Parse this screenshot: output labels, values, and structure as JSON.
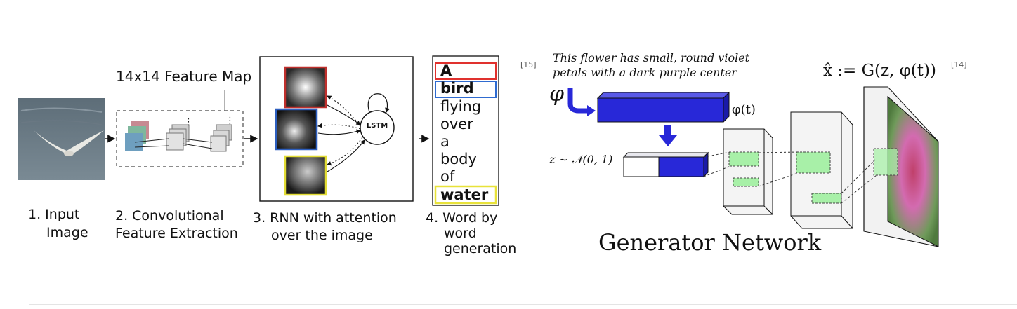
{
  "left_figure": {
    "feature_map_label": "14x14 Feature Map",
    "lstm_label": "LSTM",
    "steps": [
      {
        "line1": "1. Input",
        "line2": "Image"
      },
      {
        "line1": "2. Convolutional",
        "line2": "Feature Extraction"
      },
      {
        "line1": "3. RNN with attention",
        "line2": "over the image"
      },
      {
        "line1": "4. Word by",
        "line2": "word",
        "line3": "generation"
      }
    ],
    "words": [
      "A",
      "bird",
      "flying",
      "over",
      "a",
      "body",
      "of",
      "water"
    ],
    "highlight_colors": {
      "A": "#e0312e",
      "bird": "#2f6bd0",
      "water": "#e8e23a"
    }
  },
  "right_figure": {
    "ref_left": "[15]",
    "ref_right": "[14]",
    "caption_line1": "This flower has small, round violet",
    "caption_line2": "petals with a dark purple center",
    "phi_symbol": "φ",
    "phi_t_label": "φ(t)",
    "z_label": "z ∼ 𝒩(0, 1)",
    "output_label": "x̂ := G(z, φ(t))",
    "title": "Generator Network",
    "colors": {
      "embedding_blue": "#2828d8",
      "feature_green": "#a8f0a8"
    }
  }
}
